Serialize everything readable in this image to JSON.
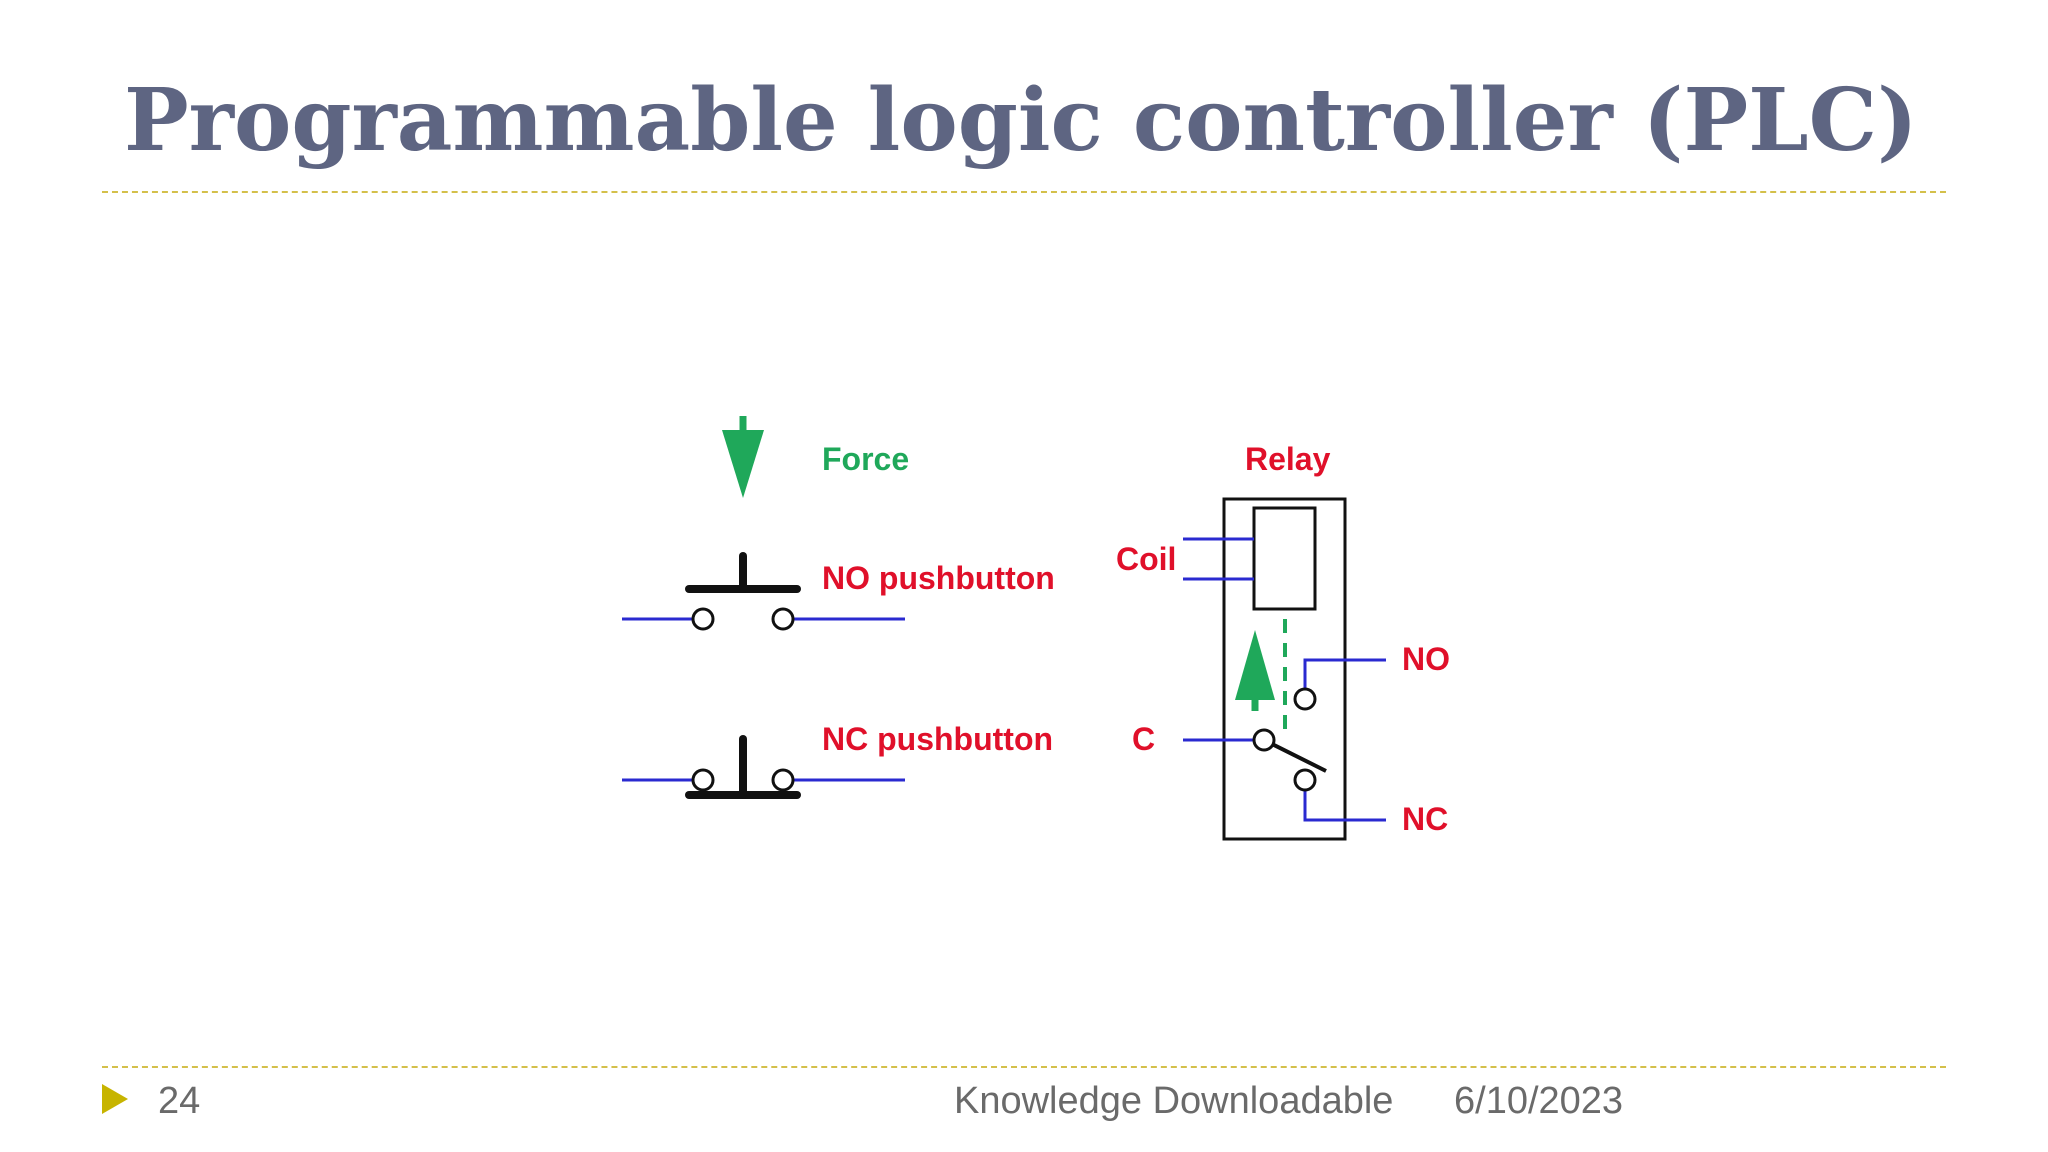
{
  "slide": {
    "title": "Programmable logic controller (PLC)",
    "page_number": "24",
    "footer_source": "Knowledge Downloadable",
    "footer_date": "6/10/2023"
  },
  "diagram": {
    "labels": {
      "force": "Force",
      "no_pushbutton": "NO pushbutton",
      "nc_pushbutton": "NC pushbutton",
      "relay": "Relay",
      "coil": "Coil",
      "no_contact": "NO",
      "common": "C",
      "nc_contact": "NC"
    },
    "colors": {
      "title": "#5e6582",
      "label_red": "#e0102a",
      "label_green": "#1fa85a",
      "wire_blue": "#2a2ad0",
      "symbol_black": "#111111",
      "rule_gold": "#d4c04a",
      "bullet": "#c7b400"
    }
  }
}
